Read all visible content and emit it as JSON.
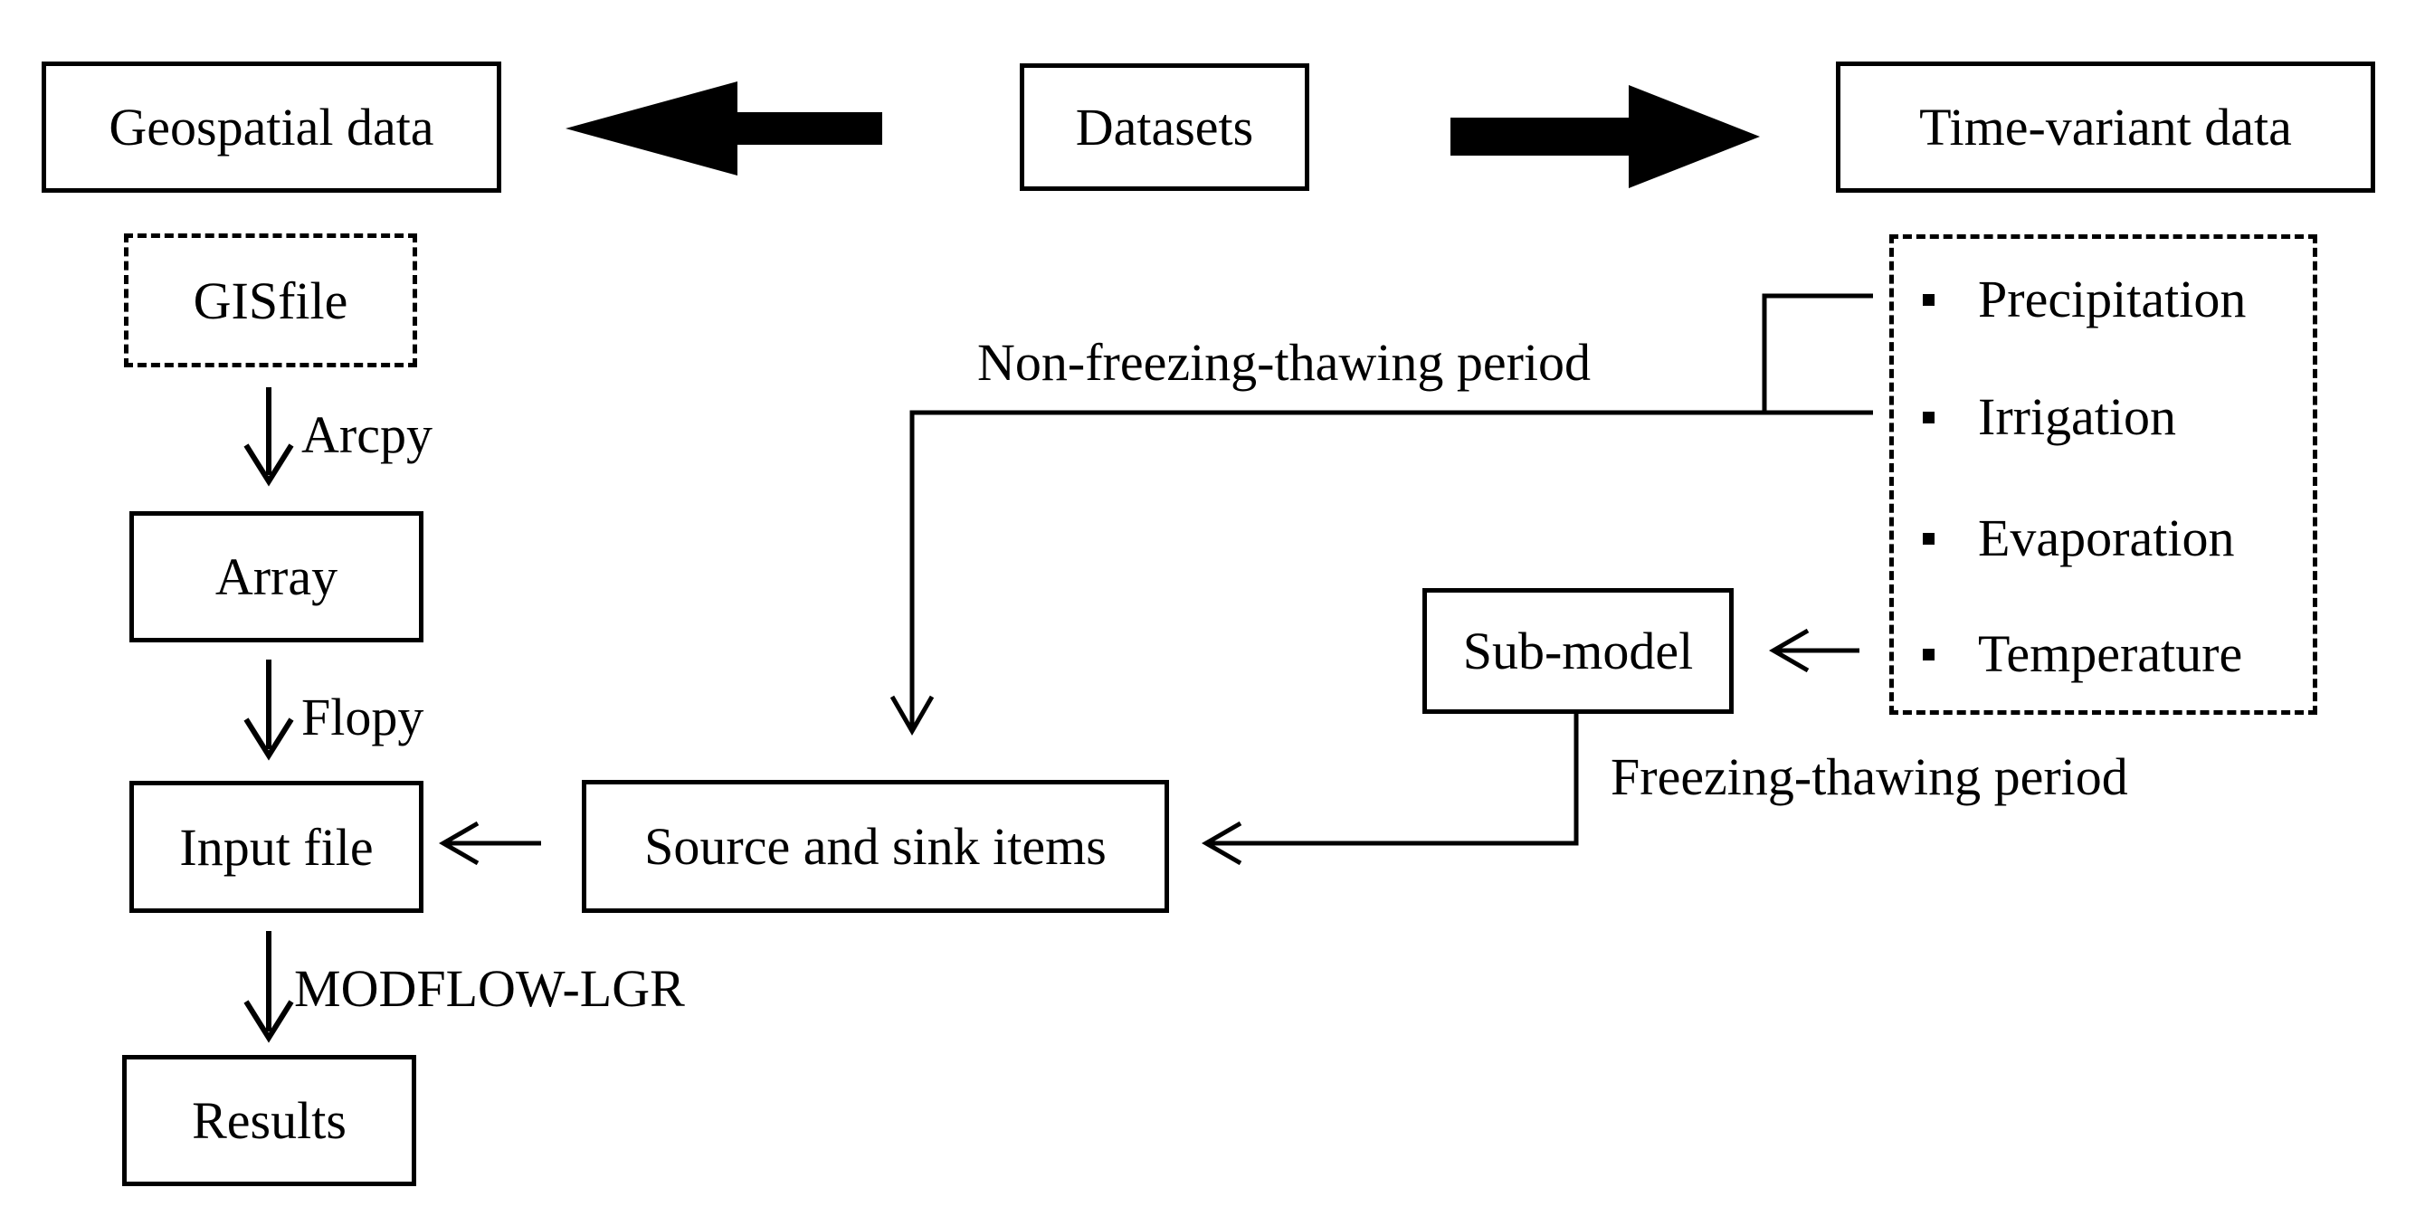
{
  "nodes": {
    "datasets": "Datasets",
    "geospatial_data": "Geospatial data",
    "time_variant_data": "Time-variant data",
    "gisfile": "GISfile",
    "array": "Array",
    "input_file": "Input file",
    "results": "Results",
    "source_sink": "Source and sink items",
    "sub_model": "Sub-model"
  },
  "time_variant_items": [
    "Precipitation",
    "Irrigation",
    "Evaporation",
    "Temperature"
  ],
  "edge_labels": {
    "arcpy": "Arcpy",
    "flopy": "Flopy",
    "modflow_lgr": "MODFLOW-LGR",
    "non_freezing_thawing": "Non-freezing-thawing period",
    "freezing_thawing": "Freezing-thawing period"
  }
}
